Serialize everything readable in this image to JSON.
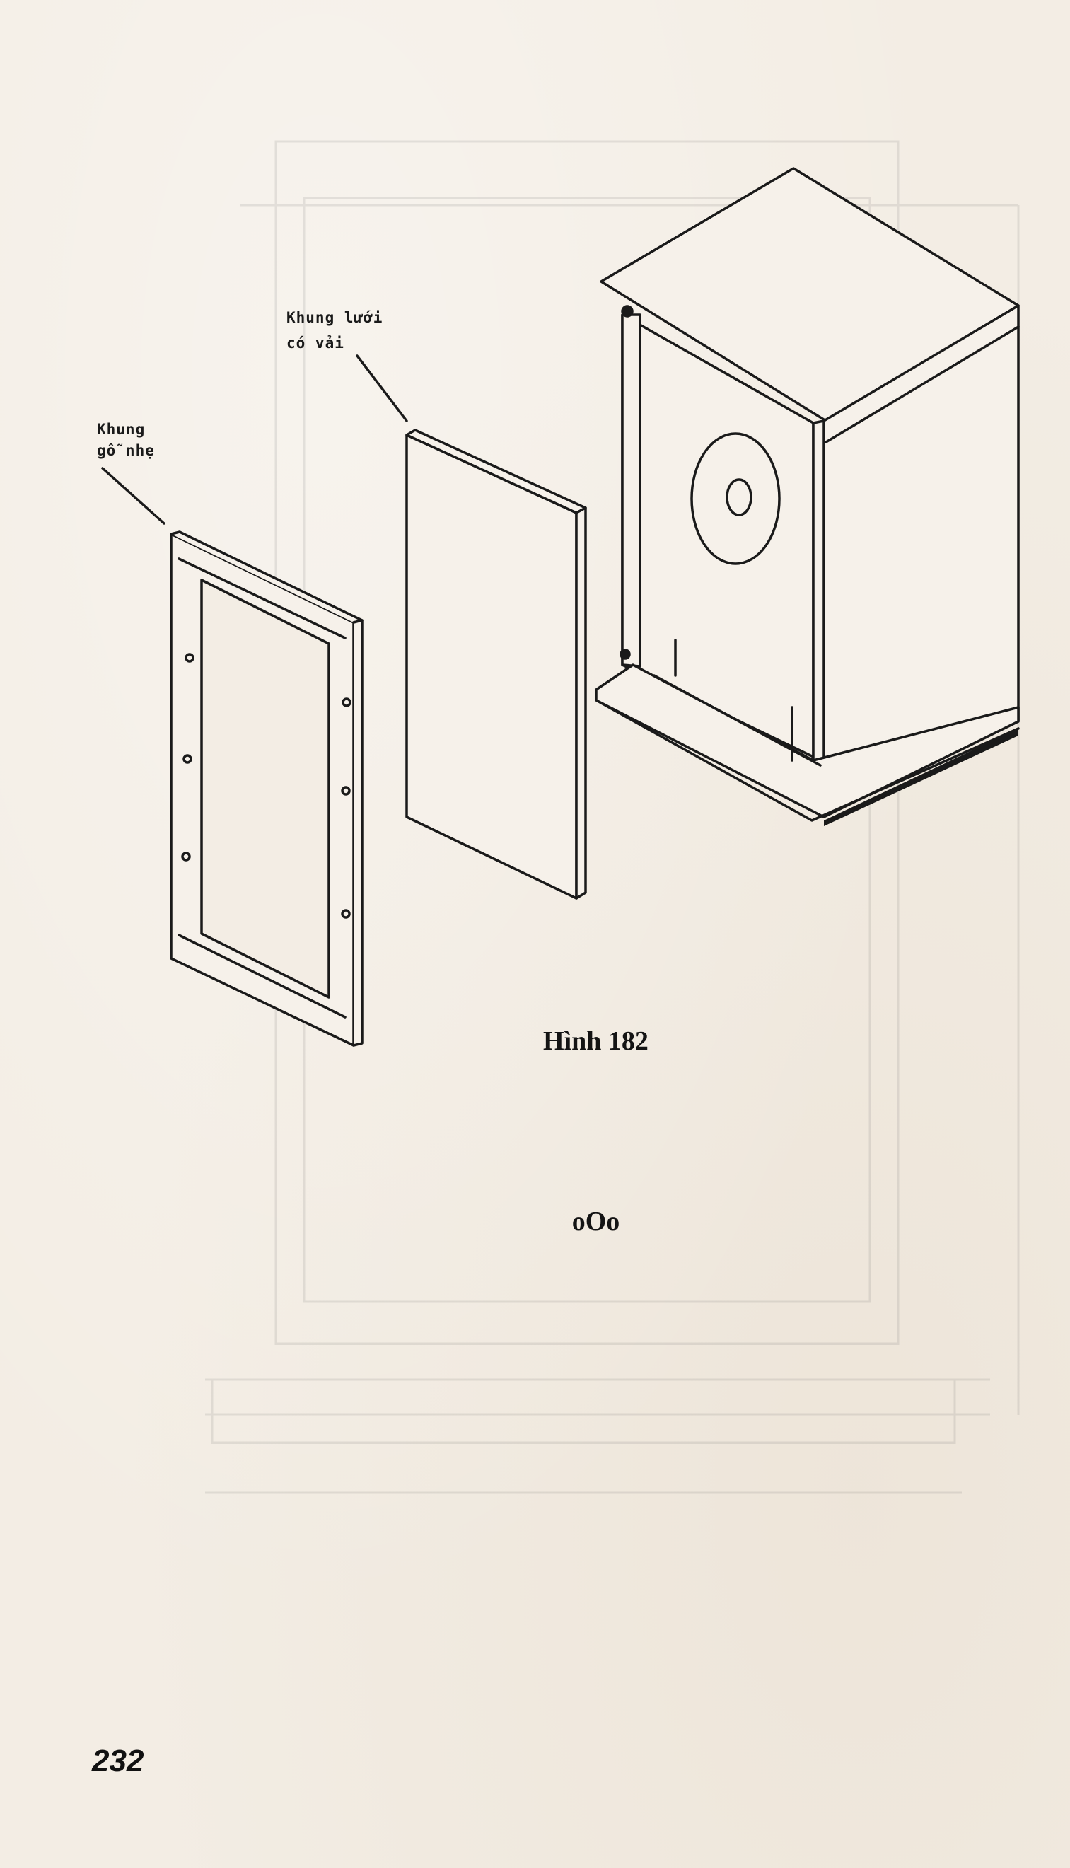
{
  "labels": {
    "mesh_frame_line1": "Khung lưới",
    "mesh_frame_line2": "có vải",
    "wood_frame_line1": "Khung",
    "wood_frame_line2": "gỗ nhẹ"
  },
  "caption": "Hình 182",
  "separator": "oOo",
  "page_number": "232"
}
